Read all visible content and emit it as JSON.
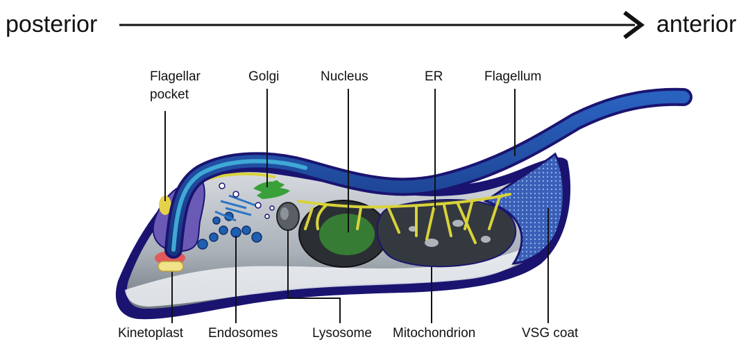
{
  "orientation": {
    "start_label": "posterior",
    "end_label": "anterior"
  },
  "labels": {
    "flagellar_pocket_line1": "Flagellar",
    "flagellar_pocket_line2": "pocket",
    "golgi": "Golgi",
    "nucleus": "Nucleus",
    "er": "ER",
    "flagellum": "Flagellum",
    "kinetoplast": "Kinetoplast",
    "endosomes": "Endosomes",
    "lysosome": "Lysosome",
    "mitochondrion": "Mitochondrion",
    "vsg_coat": "VSG coat"
  },
  "colors": {
    "membrane_outline": "#1a1470",
    "flagellum_blue": "#1e52a8",
    "flagellum_light": "#3fa9d6",
    "cytoplasm_gray": "#b9bfc6",
    "er_yellow": "#d9d23a",
    "nucleus_dark": "#2b2f34",
    "nucleus_green": "#3a8a35",
    "golgi_green": "#3aa03a",
    "kinetoplast_yellow": "#f2e38a",
    "pocket_purple": "#5b4aa0",
    "endosome_blue": "#1f5fb0",
    "vsg_blue": "#3a5fb8"
  }
}
